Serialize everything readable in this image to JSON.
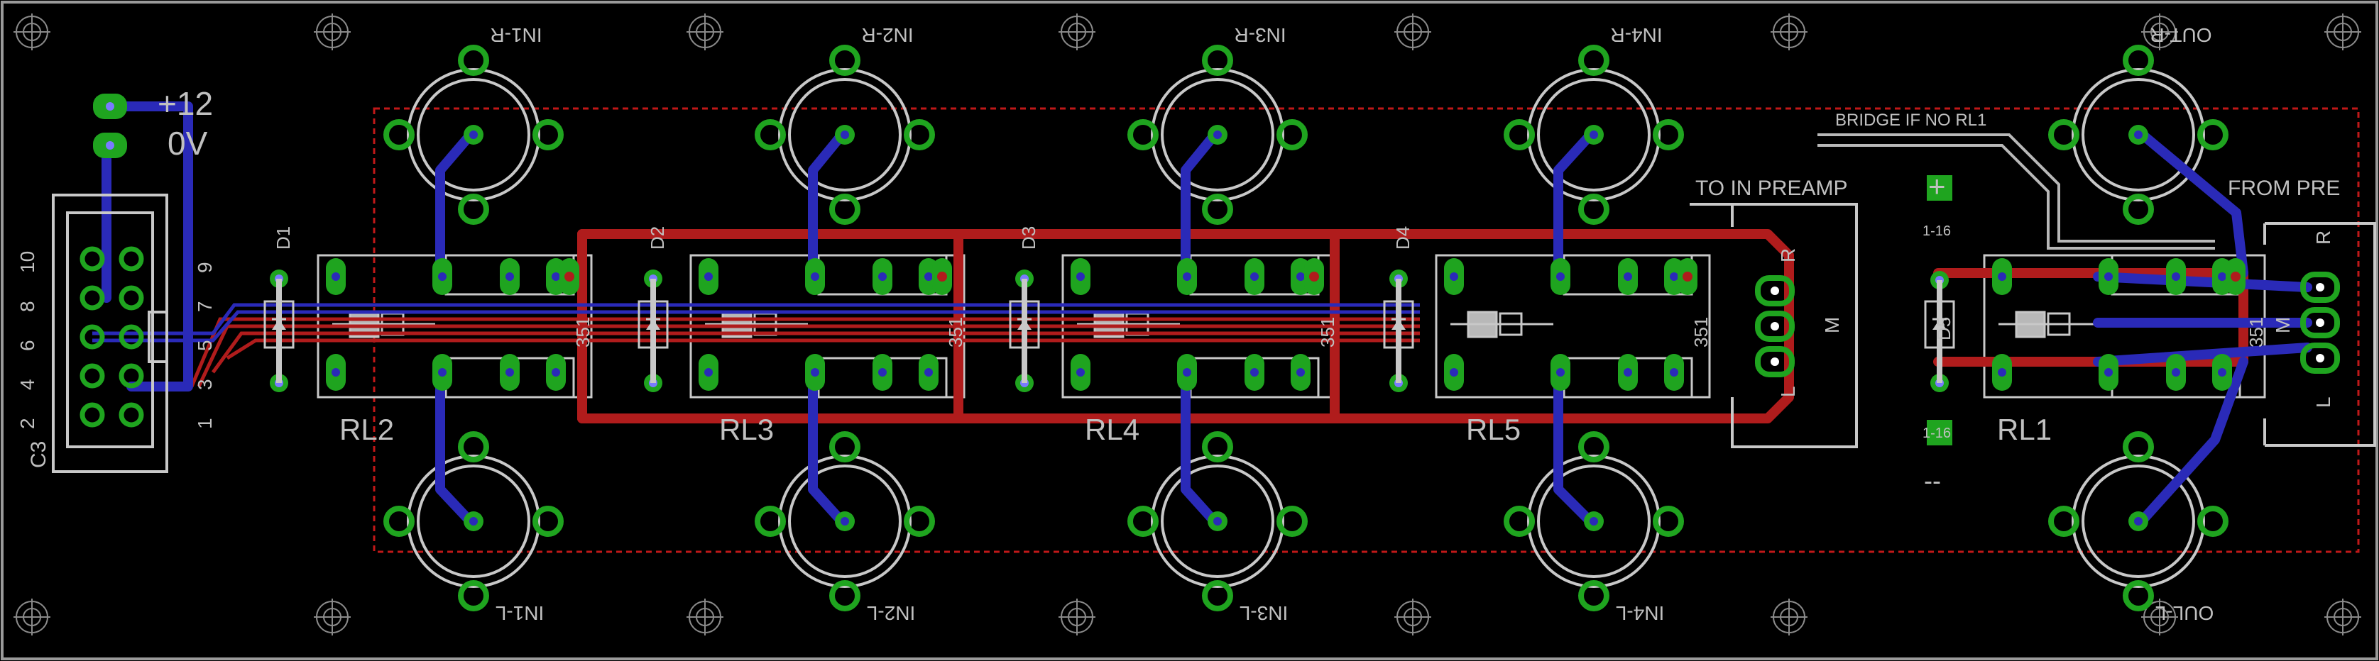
{
  "colors": {
    "background": "#000000",
    "outline": "#9a9a9a",
    "silk": "#c8c8c8",
    "top_copper": "#b01c1c",
    "bottom_copper": "#2a2ab8",
    "pad": "#1fa41f",
    "keepout": "#c01818",
    "label": "#c0c0c0"
  },
  "power": {
    "plus12": "+12",
    "zero_v": "0V"
  },
  "connector": {
    "name": "C3",
    "pins_left": [
      "10",
      "8",
      "6",
      "4",
      "2"
    ],
    "pins_right": [
      "9",
      "7",
      "5",
      "3",
      "1"
    ]
  },
  "jacks": {
    "top": [
      "IN1-R",
      "IN2-R",
      "IN3-R",
      "IN4-R",
      "OUT-R"
    ],
    "bottom": [
      "IN1-L",
      "IN2-L",
      "IN3-L",
      "IN4-L",
      "OUL-L"
    ]
  },
  "relays": [
    "RL2",
    "RL3",
    "RL4",
    "RL5",
    "RL1"
  ],
  "relay_part": "351",
  "diodes": [
    "D1",
    "D2",
    "D3",
    "D4",
    "D5"
  ],
  "headers": {
    "to_preamp": "TO IN PREAMP",
    "from_pre": "FROM PRE",
    "pin_r": "R",
    "pin_m": "M",
    "pin_l": "L"
  },
  "bridge_note": "BRIDGE IF NO RL1",
  "jumper_plus": "+",
  "jumper_minus": "--",
  "jumper_label": "1-16"
}
